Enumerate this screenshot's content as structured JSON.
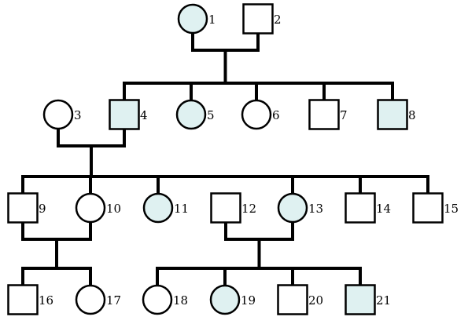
{
  "diagram": {
    "type": "pedigree",
    "colors": {
      "affected": "#dff1f1",
      "unaffected": "#ffffff",
      "line": "#000000"
    },
    "individuals": [
      {
        "id": "1",
        "sex": "female",
        "affected": true,
        "label": "1"
      },
      {
        "id": "2",
        "sex": "male",
        "affected": false,
        "label": "2"
      },
      {
        "id": "3",
        "sex": "female",
        "affected": false,
        "label": "3"
      },
      {
        "id": "4",
        "sex": "male",
        "affected": true,
        "label": "4"
      },
      {
        "id": "5",
        "sex": "female",
        "affected": true,
        "label": "5"
      },
      {
        "id": "6",
        "sex": "female",
        "affected": false,
        "label": "6"
      },
      {
        "id": "7",
        "sex": "male",
        "affected": false,
        "label": "7"
      },
      {
        "id": "8",
        "sex": "male",
        "affected": true,
        "label": "8"
      },
      {
        "id": "9",
        "sex": "male",
        "affected": false,
        "label": "9"
      },
      {
        "id": "10",
        "sex": "female",
        "affected": false,
        "label": "10"
      },
      {
        "id": "11",
        "sex": "female",
        "affected": true,
        "label": "11"
      },
      {
        "id": "12",
        "sex": "male",
        "affected": false,
        "label": "12"
      },
      {
        "id": "13",
        "sex": "female",
        "affected": true,
        "label": "13"
      },
      {
        "id": "14",
        "sex": "male",
        "affected": false,
        "label": "14"
      },
      {
        "id": "15",
        "sex": "male",
        "affected": false,
        "label": "15"
      },
      {
        "id": "16",
        "sex": "male",
        "affected": false,
        "label": "16"
      },
      {
        "id": "17",
        "sex": "female",
        "affected": false,
        "label": "17"
      },
      {
        "id": "18",
        "sex": "female",
        "affected": false,
        "label": "18"
      },
      {
        "id": "19",
        "sex": "female",
        "affected": true,
        "label": "19"
      },
      {
        "id": "20",
        "sex": "male",
        "affected": false,
        "label": "20"
      },
      {
        "id": "21",
        "sex": "male",
        "affected": true,
        "label": "21"
      }
    ],
    "families": [
      {
        "parents": [
          "1",
          "2"
        ],
        "children": [
          "4",
          "5",
          "6",
          "7",
          "8"
        ]
      },
      {
        "parents": [
          "3",
          "4"
        ],
        "children": [
          "9",
          "10",
          "11",
          "13",
          "14",
          "15"
        ]
      },
      {
        "parents": [
          "9",
          "10"
        ],
        "children": [
          "16",
          "17"
        ]
      },
      {
        "parents": [
          "12",
          "13"
        ],
        "children": [
          "18",
          "19",
          "20",
          "21"
        ]
      }
    ]
  }
}
